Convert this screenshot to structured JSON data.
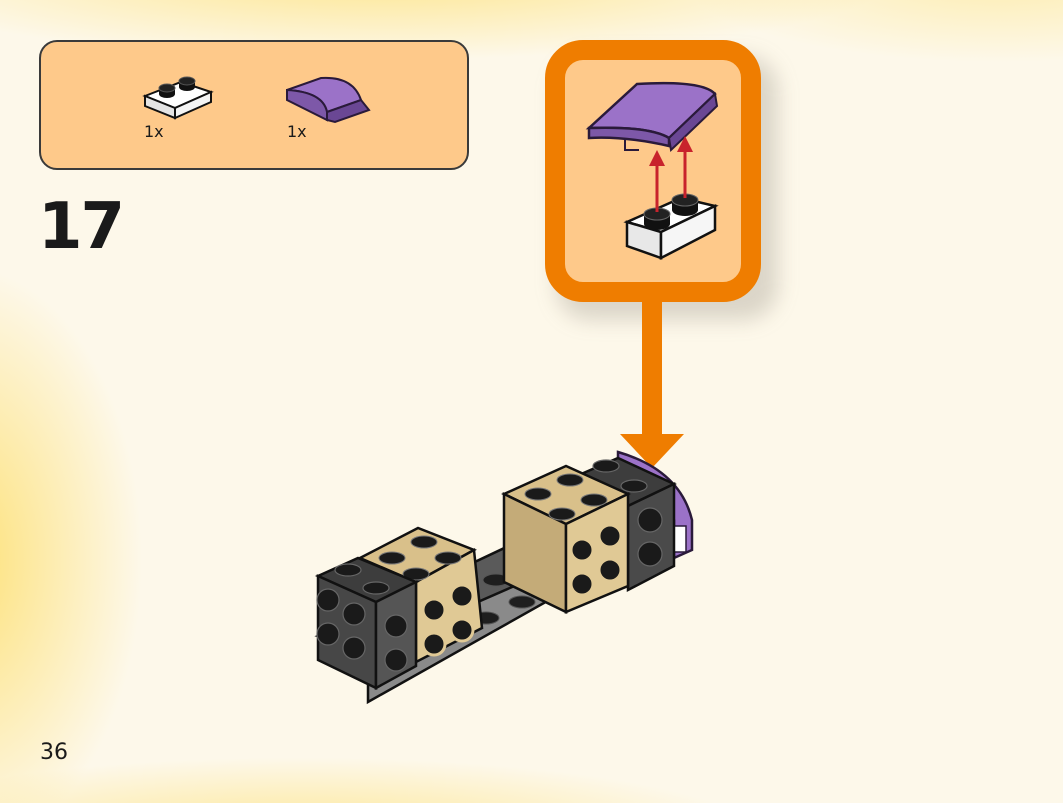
{
  "parts_list": {
    "items": [
      {
        "name": "white-plate-1x2",
        "qty": "1x"
      },
      {
        "name": "lavender-curved-slope-1x2",
        "qty": "1x"
      }
    ]
  },
  "step": {
    "number": "17"
  },
  "page": {
    "number": "36"
  },
  "colors": {
    "background": "#fdf8ea",
    "panel": "#fec98a",
    "callout_orange": "#ef7d00",
    "arrow_red": "#c8232c",
    "lavender": "#9b72c8",
    "tan": "#d9c08a",
    "dark_gray": "#3d3d3d"
  }
}
